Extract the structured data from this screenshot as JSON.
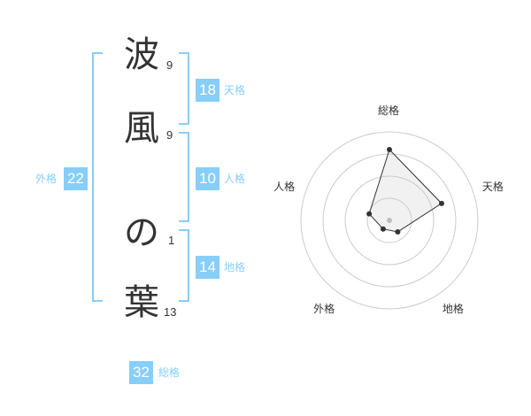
{
  "name": {
    "characters": [
      {
        "char": "波",
        "strokes": "9"
      },
      {
        "char": "風",
        "strokes": "9"
      },
      {
        "char": "の",
        "strokes": "1"
      },
      {
        "char": "葉",
        "strokes": "13"
      }
    ]
  },
  "kaku": {
    "tenkaku": {
      "value": "18",
      "label": "天格"
    },
    "jinkaku": {
      "value": "10",
      "label": "人格"
    },
    "chikaku": {
      "value": "14",
      "label": "地格"
    },
    "gaikaku": {
      "value": "22",
      "label": "外格"
    },
    "soukaku": {
      "value": "32",
      "label": "総格"
    }
  },
  "colors": {
    "accent": "#87cefa",
    "text": "#333333",
    "grid": "#cccccc"
  },
  "chart_data": {
    "type": "radar",
    "axes": [
      "総格",
      "天格",
      "地格",
      "外格",
      "人格"
    ],
    "values": [
      4,
      3.1,
      0.8,
      0.6,
      1.2
    ],
    "max": 5,
    "rings": 4
  }
}
